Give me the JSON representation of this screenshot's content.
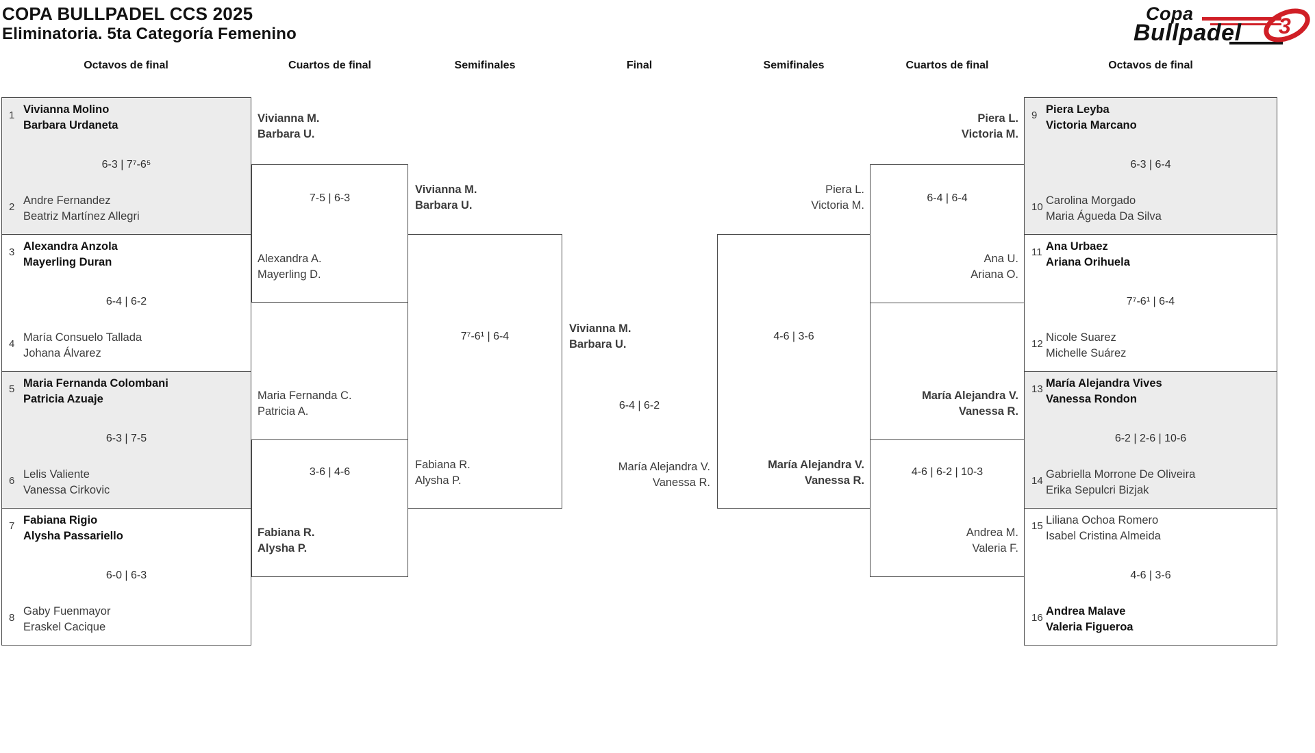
{
  "page": {
    "title": "COPA BULLPADEL CCS 2025",
    "subtitle": "Eliminatoria. 5ta Categoría Femenino"
  },
  "logo": {
    "word1": "Copa",
    "word2": "Bullpadel",
    "mark": "3",
    "accent_red": "#d01f26"
  },
  "colors": {
    "box_gray": "#ececec",
    "border": "#4a4a4a",
    "winner_text": "#121212",
    "loser_text": "#3c3c3c"
  },
  "round_headers": [
    "Octavos de final",
    "Cuartos de final",
    "Semifinales",
    "Final",
    "Semifinales",
    "Cuartos de final",
    "Octavos de final"
  ],
  "octavos_left": [
    {
      "top": {
        "seed": "1",
        "line1": "Vivianna Molino",
        "line2": "Barbara Urdaneta",
        "winner": true
      },
      "score": "6-3 | 7⁷-6⁵",
      "bottom": {
        "seed": "2",
        "line1": "Andre Fernandez",
        "line2": "Beatriz Martínez Allegri",
        "winner": false
      }
    },
    {
      "top": {
        "seed": "3",
        "line1": "Alexandra Anzola",
        "line2": "Mayerling Duran",
        "winner": true
      },
      "score": "6-4 | 6-2",
      "bottom": {
        "seed": "4",
        "line1": "María Consuelo Tallada",
        "line2": "Johana Álvarez",
        "winner": false
      }
    },
    {
      "top": {
        "seed": "5",
        "line1": "Maria Fernanda Colombani",
        "line2": "Patricia Azuaje",
        "winner": true
      },
      "score": "6-3 | 7-5",
      "bottom": {
        "seed": "6",
        "line1": "Lelis Valiente",
        "line2": "Vanessa Cirkovic",
        "winner": false
      }
    },
    {
      "top": {
        "seed": "7",
        "line1": "Fabiana Rigio",
        "line2": "Alysha Passariello",
        "winner": true
      },
      "score": "6-0 | 6-3",
      "bottom": {
        "seed": "8",
        "line1": "Gaby Fuenmayor",
        "line2": "Eraskel Cacique",
        "winner": false
      }
    }
  ],
  "octavos_right": [
    {
      "top": {
        "seed": "9",
        "line1": "Piera Leyba",
        "line2": "Victoria Marcano",
        "winner": true
      },
      "score": "6-3 | 6-4",
      "bottom": {
        "seed": "10",
        "line1": "Carolina Morgado",
        "line2": "Maria Águeda Da Silva",
        "winner": false
      }
    },
    {
      "top": {
        "seed": "11",
        "line1": "Ana Urbaez",
        "line2": "Ariana Orihuela",
        "winner": true
      },
      "score": "7⁷-6¹ | 6-4",
      "bottom": {
        "seed": "12",
        "line1": "Nicole Suarez",
        "line2": "Michelle Suárez",
        "winner": false
      }
    },
    {
      "top": {
        "seed": "13",
        "line1": "María Alejandra Vives",
        "line2": "Vanessa Rondon",
        "winner": true
      },
      "score": "6-2 | 2-6 | 10-6",
      "bottom": {
        "seed": "14",
        "line1": "Gabriella Morrone De Oliveira",
        "line2": "Erika Sepulcri Bizjak",
        "winner": false
      }
    },
    {
      "top": {
        "seed": "15",
        "line1": "Liliana Ochoa Romero",
        "line2": "Isabel Cristina Almeida",
        "winner": false
      },
      "score": "4-6 | 3-6",
      "bottom": {
        "seed": "16",
        "line1": "Andrea Malave",
        "line2": "Valeria Figueroa",
        "winner": true
      }
    }
  ],
  "qf_left": [
    {
      "top": {
        "line1": "Vivianna M.",
        "line2": "Barbara U.",
        "winner": true
      },
      "score": "7-5 | 6-3",
      "bottom": {
        "line1": "Alexandra A.",
        "line2": "Mayerling D.",
        "winner": false
      }
    },
    {
      "top": {
        "line1": "Maria Fernanda C.",
        "line2": "Patricia A.",
        "winner": false
      },
      "score": "3-6 | 4-6",
      "bottom": {
        "line1": "Fabiana R.",
        "line2": "Alysha P.",
        "winner": true
      }
    }
  ],
  "sf_left": {
    "top": {
      "line1": "Vivianna M.",
      "line2": "Barbara U.",
      "winner": true
    },
    "score": "7⁷-6¹ | 6-4",
    "bottom": {
      "line1": "Fabiana R.",
      "line2": "Alysha P.",
      "winner": false
    }
  },
  "final": {
    "top": {
      "line1": "Vivianna M.",
      "line2": "Barbara U.",
      "winner": true
    },
    "score": "6-4 | 6-2",
    "bottom": {
      "line1": "María Alejandra V.",
      "line2": "Vanessa R.",
      "winner": false
    }
  },
  "sf_right": {
    "top": {
      "line1": "Piera L.",
      "line2": "Victoria M.",
      "winner": false
    },
    "score": "4-6 | 3-6",
    "bottom": {
      "line1": "María Alejandra V.",
      "line2": "Vanessa R.",
      "winner": true
    }
  },
  "qf_right": [
    {
      "top": {
        "line1": "Piera L.",
        "line2": "Victoria M.",
        "winner": true
      },
      "score": "6-4 | 6-4",
      "bottom": {
        "line1": "Ana U.",
        "line2": "Ariana O.",
        "winner": false
      }
    },
    {
      "top": {
        "line1": "María Alejandra V.",
        "line2": "Vanessa R.",
        "winner": true
      },
      "score": "4-6 | 6-2 | 10-3",
      "bottom": {
        "line1": "Andrea M.",
        "line2": "Valeria F.",
        "winner": false
      }
    }
  ]
}
